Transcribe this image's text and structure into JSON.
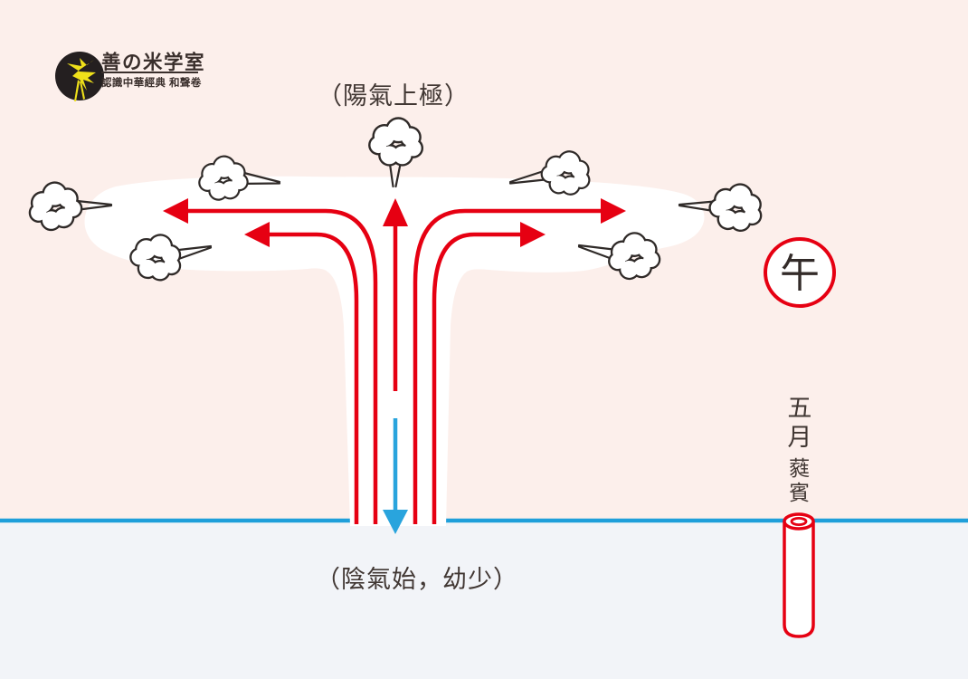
{
  "logo": {
    "title": "善の米学室",
    "subtitle": "認識中華經典 和聲卷"
  },
  "labels": {
    "top": "（陽氣上極）",
    "bottom": "（陰氣始，幼少）",
    "branch": "午",
    "month": "五月",
    "pitch_pipe": "蕤賓"
  },
  "colors": {
    "sky_pink": "#fcefeb",
    "ground_gray": "#f2f4f8",
    "horizon_blue": "#1f9fda",
    "flow_red": "#e60012",
    "yin_blue": "#29a4dd",
    "outline_dark": "#2f2a28",
    "text_dark": "#413733",
    "logo_circle": "#241f20",
    "logo_bird_yellow": "#efe01a"
  }
}
